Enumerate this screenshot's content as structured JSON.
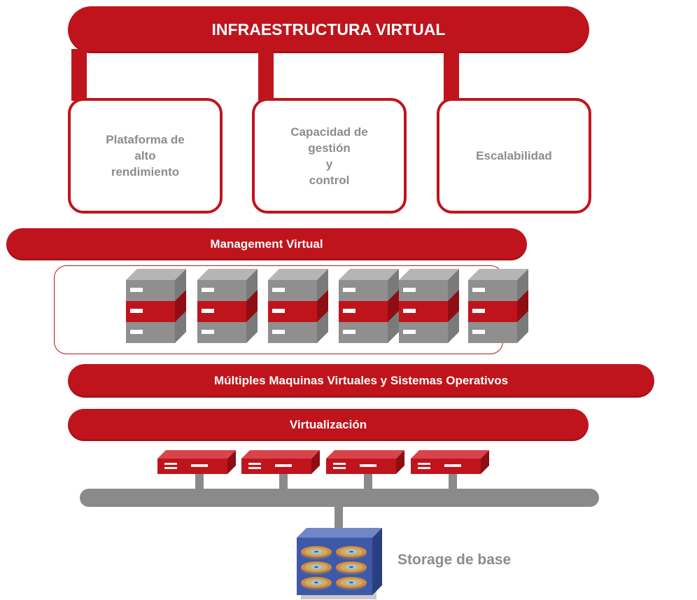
{
  "title": "INFRAESTRUCTURA VIRTUAL",
  "features": [
    {
      "label": "Plataforma de\nalto\nrendimiento"
    },
    {
      "label": "Capacidad de\ngestión\ny\ncontrol"
    },
    {
      "label": "Escalabilidad"
    }
  ],
  "layers": {
    "management": "Management Virtual",
    "vms": "Múltiples Maquinas Virtuales y Sistemas Operativos",
    "virtualization": "Virtualización"
  },
  "servers": {
    "count": 6
  },
  "network_devices": {
    "count": 4
  },
  "storage": {
    "label": "Storage de base"
  },
  "colors": {
    "accent": "#c0141c",
    "gray_text": "#8c8c8c",
    "bus": "#8a8a8a",
    "storage": "#3d59a8"
  }
}
